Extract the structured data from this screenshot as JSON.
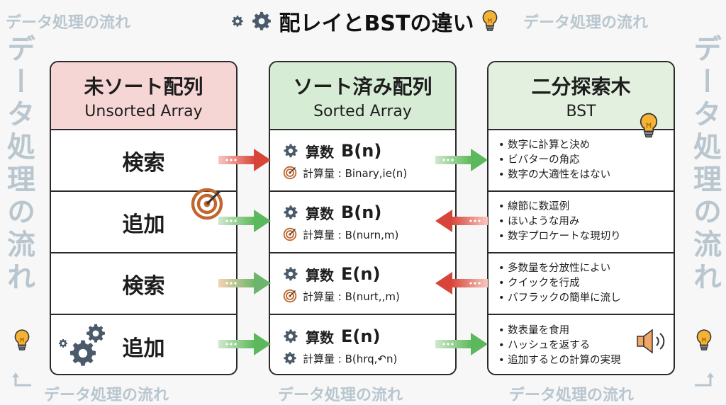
{
  "title": "配レイとBSTの違い",
  "watermark": "データ処理の流れ",
  "columns": [
    {
      "name_jp": "未ソート配列",
      "name_en": "Unsorted Array",
      "rows": [
        "検索",
        "追加",
        "検索",
        "追加"
      ]
    },
    {
      "name_jp": "ソート済み配列",
      "name_en": "Sorted Array",
      "rows": [
        {
          "label": "算数",
          "value": "B(n)",
          "sub": "計算量 : Binary,ie(n)"
        },
        {
          "label": "算数",
          "value": "B(n)",
          "sub": "計算量 : B(nurn,m)"
        },
        {
          "label": "算数",
          "value": "E(n)",
          "sub": "計算量 : B(nurt,,m)"
        },
        {
          "label": "算数",
          "value": "E(n)",
          "sub": "計算量 : B(hrq,↶n)"
        }
      ]
    },
    {
      "name_jp": "二分探索木",
      "name_en": "BST",
      "rows": [
        [
          "数字に訃算と決め",
          "ビバターの角応",
          "数字の大適性をはない"
        ],
        [
          "線節に数逗例",
          "ほいような用み",
          "数字プロケートな現切り"
        ],
        [
          "多数量を分放性によい",
          "クイックを行成",
          "バフラックの簡単に流し"
        ],
        [
          "数表量を食用",
          "ハッシュを返する",
          "追加するとの計算の実現"
        ]
      ]
    }
  ],
  "colors": {
    "red_header": "#f6d5d5",
    "green_header": "#d7ecd5",
    "arrow_red": "#d9443a",
    "arrow_green": "#5cb85c",
    "arrow_orange": "#e8893a",
    "watermark": "#b9c6cf"
  },
  "icons": [
    "gear-icon",
    "lightbulb-icon",
    "target-icon",
    "speaker-icon"
  ]
}
